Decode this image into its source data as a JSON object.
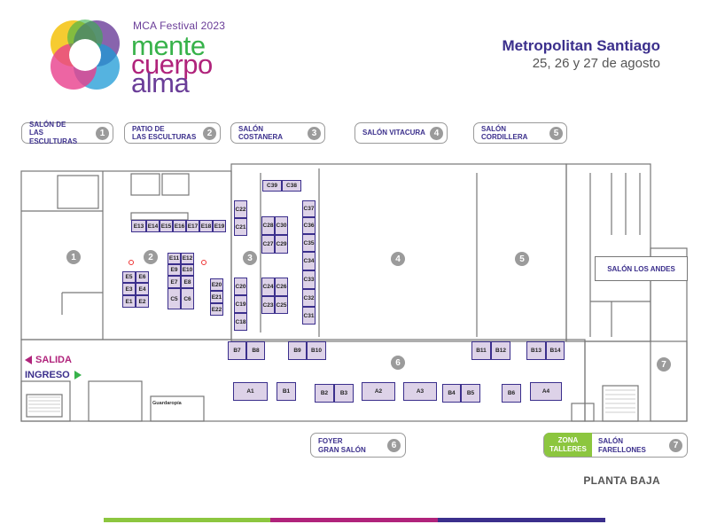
{
  "header": {
    "logo_small": "MCA Festival 2023",
    "logo_words": [
      "mente",
      "cuerpo",
      "alma"
    ],
    "city": "Metropolitan Santiago",
    "dates": "25, 26 y 27 de agosto"
  },
  "hall_labels": [
    {
      "line1": "SALÓN DE",
      "line2": "LAS ESCULTURAS",
      "num": "1"
    },
    {
      "line1": "PATIO DE",
      "line2": "LAS ESCULTURAS",
      "num": "2"
    },
    {
      "line1": "SALÓN",
      "line2": "COSTANERA",
      "num": "3"
    },
    {
      "line1": "SALÓN VITACURA",
      "line2": "",
      "num": "4"
    },
    {
      "line1": "SALÓN",
      "line2": "CORDILLERA",
      "num": "5"
    }
  ],
  "map_numbers": [
    "1",
    "2",
    "3",
    "4",
    "5",
    "6",
    "7"
  ],
  "booths": {
    "E": [
      "E13",
      "E14",
      "E15",
      "E16",
      "E17",
      "E18",
      "E19",
      "E11",
      "E12",
      "E9",
      "E10",
      "E7",
      "E8",
      "E5",
      "E6",
      "E3",
      "E4",
      "E1",
      "E2",
      "E20",
      "E21",
      "E22"
    ],
    "C": [
      "C22",
      "C21",
      "C39",
      "C38",
      "C37",
      "C36",
      "C35",
      "C34",
      "C33",
      "C32",
      "C31",
      "C28",
      "C30",
      "C27",
      "C29",
      "C24",
      "C26",
      "C23",
      "C25",
      "C20",
      "C19",
      "C18",
      "C5",
      "C6"
    ],
    "B": [
      "B7",
      "B8",
      "B9",
      "B10",
      "B11",
      "B12",
      "B13",
      "B14",
      "B1",
      "B2",
      "B3",
      "B4",
      "B5",
      "B6"
    ],
    "A": [
      "A1",
      "A2",
      "A3",
      "A4"
    ]
  },
  "andes_label": "SALÓN LOS ANDES",
  "salida": "SALIDA",
  "ingreso": "INGRESO",
  "guardaropia": "Guardaropía",
  "bottom_labels": [
    {
      "line1": "FOYER",
      "line2": "GRAN SALÓN",
      "num": "6"
    },
    {
      "zona1": "ZONA",
      "zona2": "TALLERES",
      "line1": "SALÓN",
      "line2": "FARELLONES",
      "num": "7"
    }
  ],
  "footer": "PLANTA BAJA",
  "colors": {
    "purple": "#3b2f8c",
    "magenta": "#b0237b",
    "green": "#8cc63f",
    "booth_fill": "#ddd2e8"
  }
}
